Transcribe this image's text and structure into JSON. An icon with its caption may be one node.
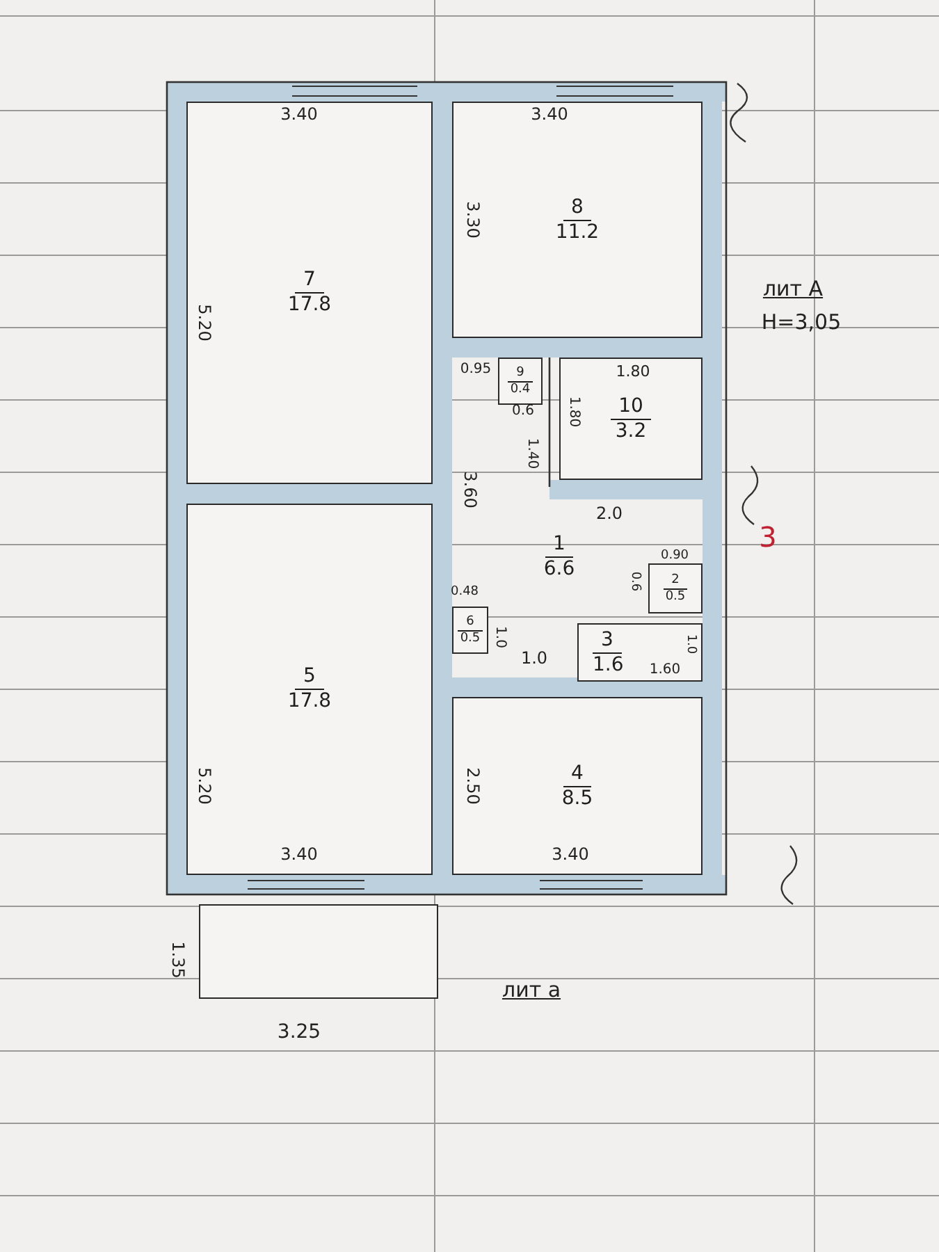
{
  "diagram": {
    "nodes": [
      {
        "text": [
          "7",
          "17.8"
        ]
      },
      {
        "text": [
          "8",
          "11.2"
        ]
      },
      {
        "text": [
          "9",
          "0.4"
        ]
      },
      {
        "text": [
          "10",
          "3.2"
        ]
      },
      {
        "text": [
          "1",
          "6.6"
        ]
      },
      {
        "text": [
          "2",
          "0.5"
        ]
      },
      {
        "text": [
          "6",
          "0.5"
        ]
      },
      {
        "text": [
          "3",
          "1.6"
        ]
      },
      {
        "text": [
          "5",
          "17.8"
        ]
      },
      {
        "text": [
          "4",
          "8.5"
        ]
      },
      {
        "text": [],
        "shape": "box"
      }
    ],
    "labels": [
      "3.40",
      "3.40",
      "3.30",
      "5.20",
      "0.95",
      "0.6",
      "1.80",
      "1.80",
      "1.40",
      "3.60",
      "2.0",
      "0.90",
      "0.6",
      "0.48",
      "1.0",
      "1.0",
      "1.60",
      "1.0",
      "2.50",
      "5.20",
      "3.40",
      "3.40",
      "1.35",
      "3.25",
      "лит А",
      "Н=3,05",
      "3",
      "лит а"
    ]
  }
}
